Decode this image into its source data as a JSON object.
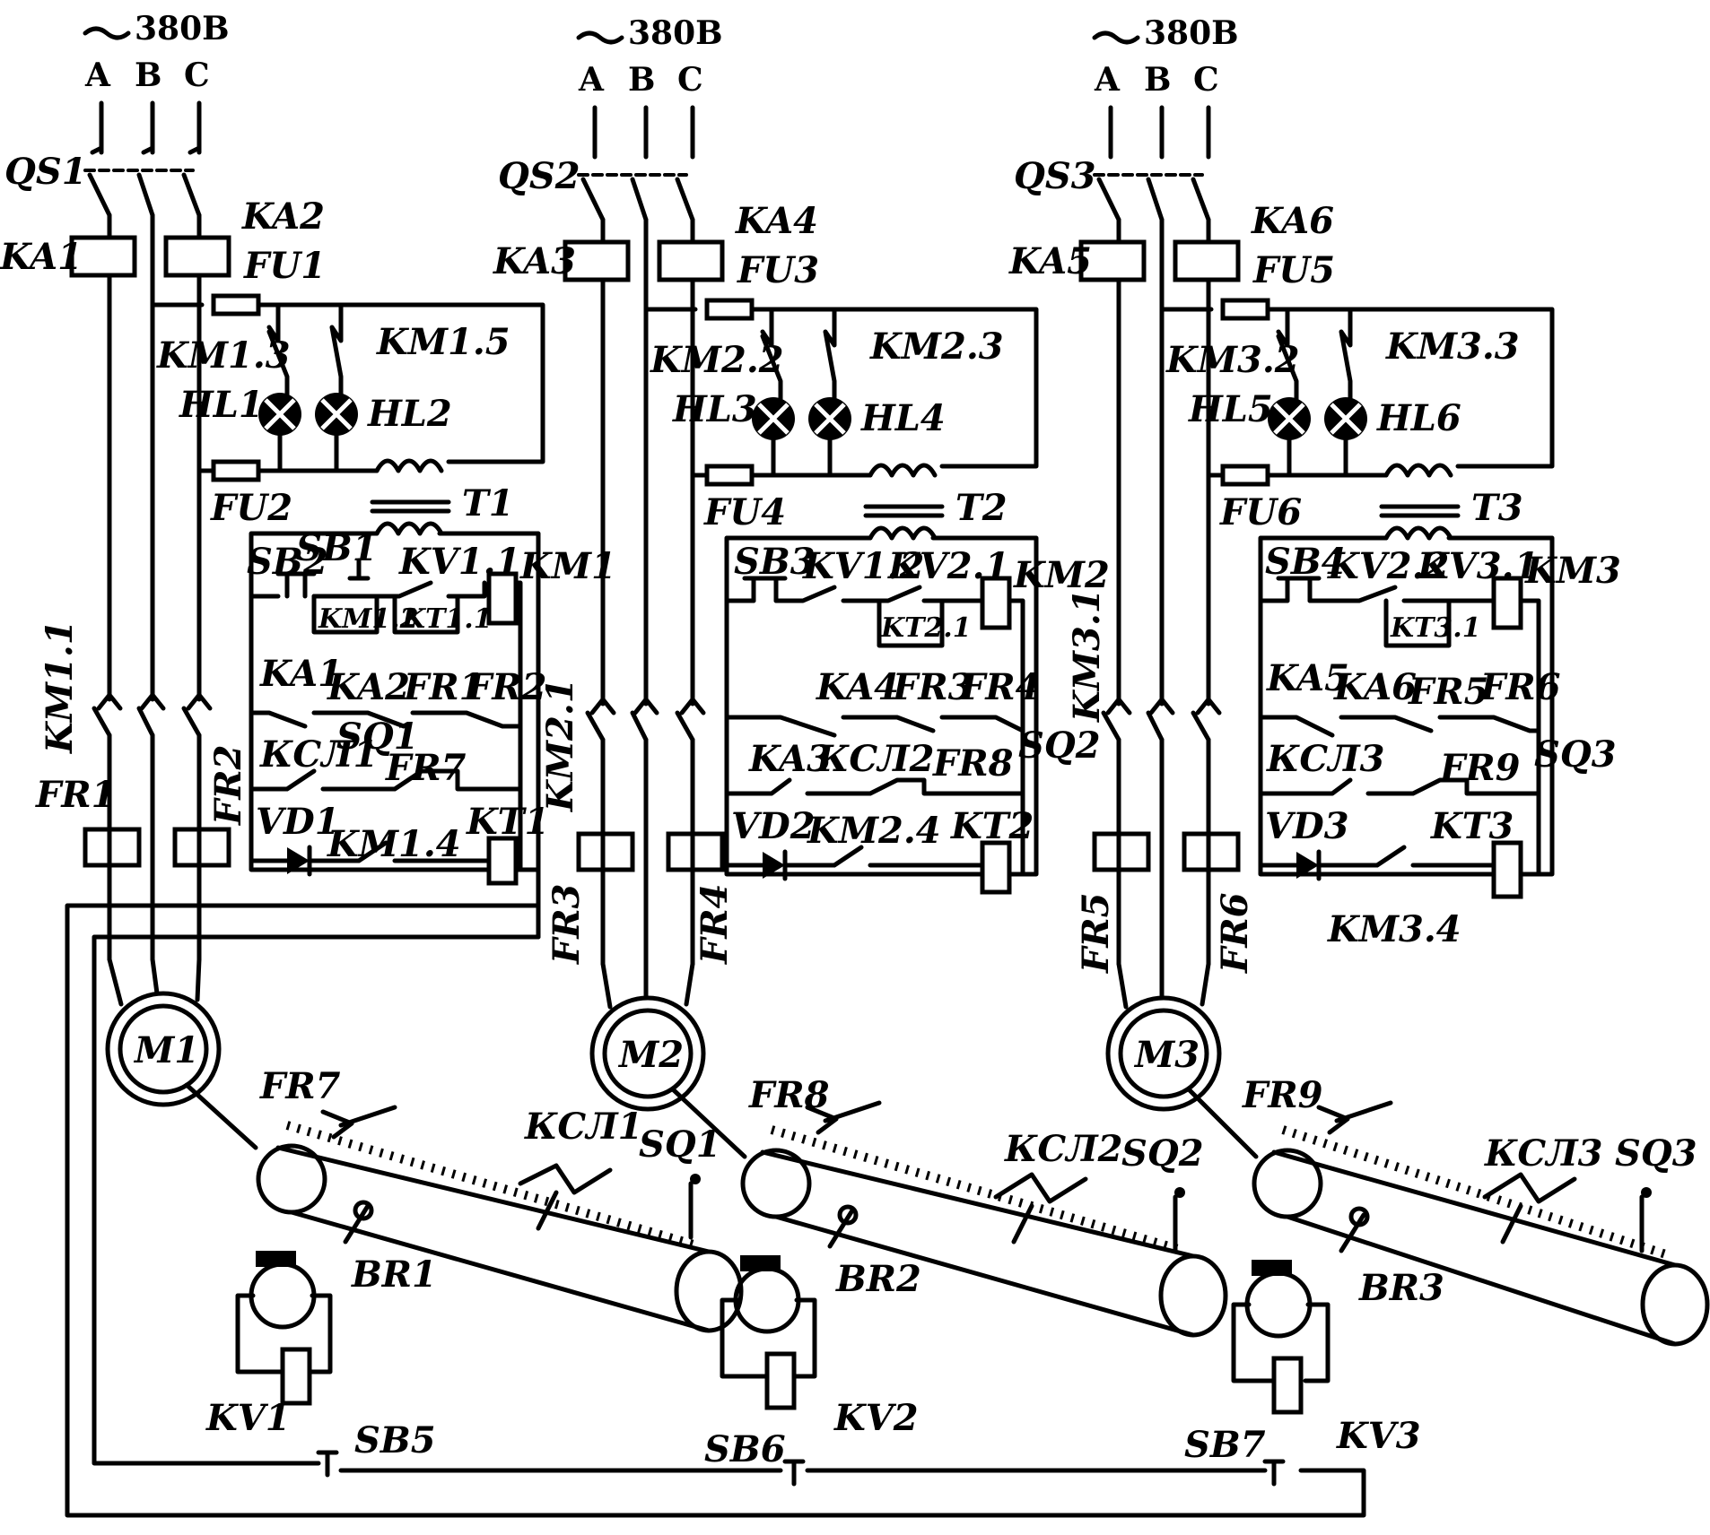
{
  "supply": {
    "voltage": "380В",
    "phases": [
      "A",
      "B",
      "C"
    ]
  },
  "sections": [
    {
      "switch": "QS1",
      "relay_left": "KA1",
      "relay_right": "KA2",
      "fuse_top": "FU1",
      "fuse_bottom": "FU2",
      "contact_lamp_left": "KM1.3",
      "contact_lamp_right": "KM1.5",
      "lamp_left": "HL1",
      "lamp_right": "HL2",
      "transformer": "T1",
      "contactor_main": "KM1.1",
      "thermal_left": "FR1",
      "thermal_right": "FR2",
      "motor": "M1",
      "ctrl": {
        "stop_button": "SB2",
        "start_button": "SB1",
        "kv_contact": "KV1.1",
        "coil": "KM1",
        "self_hold": "KM1.2",
        "timer_contact": "KT1.1",
        "ka_left": "KA1",
        "ka_right": "KA2",
        "fr_left": "FR1",
        "fr_right": "FR2",
        "speed_contact": "КСЛ1",
        "limit_switch": "SQ1",
        "fr_belt": "FR7",
        "diode": "VD1",
        "aux_contact": "KM1.4",
        "timer": "KT1"
      },
      "belt": {
        "thermal": "FR7",
        "speed_sensor": "КСЛ1",
        "limit": "SQ1",
        "tacho": "BR1",
        "relay": "KV1",
        "button": "SB5"
      }
    },
    {
      "switch": "QS2",
      "relay_left": "KA3",
      "relay_right": "KA4",
      "fuse_top": "FU3",
      "fuse_bottom": "FU4",
      "contact_lamp_left": "KM2.2",
      "contact_lamp_right": "KM2.3",
      "lamp_left": "HL3",
      "lamp_right": "HL4",
      "transformer": "T2",
      "contactor_main": "KM2.1",
      "thermal_left": "FR3",
      "thermal_right": "FR4",
      "motor": "M2",
      "ctrl": {
        "stop_button": "SB3",
        "kv_prev": "KV1.2",
        "kv_contact": "KV2.1",
        "coil": "KM2",
        "timer_contact": "KT2.1",
        "ka_left": "KA3",
        "ka_right": "KA4",
        "fr_left": "FR3",
        "fr_right": "FR4",
        "speed_contact": "КСЛ2",
        "limit_switch": "SQ2",
        "fr_belt": "FR8",
        "diode": "VD2",
        "aux_contact": "KM2.4",
        "timer": "KT2"
      },
      "belt": {
        "thermal": "FR8",
        "speed_sensor": "КСЛ2",
        "limit": "SQ2",
        "tacho": "BR2",
        "relay": "KV2",
        "button": "SB6"
      }
    },
    {
      "switch": "QS3",
      "relay_left": "KA5",
      "relay_right": "KA6",
      "fuse_top": "FU5",
      "fuse_bottom": "FU6",
      "contact_lamp_left": "KM3.2",
      "contact_lamp_right": "KM3.3",
      "lamp_left": "HL5",
      "lamp_right": "HL6",
      "transformer": "T3",
      "contactor_main": "KM3.1",
      "thermal_left": "FR5",
      "thermal_right": "FR6",
      "motor": "M3",
      "ctrl": {
        "stop_button": "SB4",
        "kv_prev": "KV2.2",
        "kv_contact": "KV3.1",
        "coil": "KM3",
        "timer_contact": "KT3.1",
        "ka_left": "KA5",
        "ka_right": "KA6",
        "fr_left": "FR5",
        "fr_right": "FR6",
        "speed_contact": "КСЛ3",
        "limit_switch": "SQ3",
        "fr_belt": "FR9",
        "diode": "VD3",
        "aux_contact": "KM3.4",
        "timer": "KT3"
      },
      "belt": {
        "thermal": "FR9",
        "speed_sensor": "КСЛ3",
        "limit": "SQ3",
        "tacho": "BR3",
        "relay": "KV3",
        "button": "SB7"
      }
    }
  ]
}
